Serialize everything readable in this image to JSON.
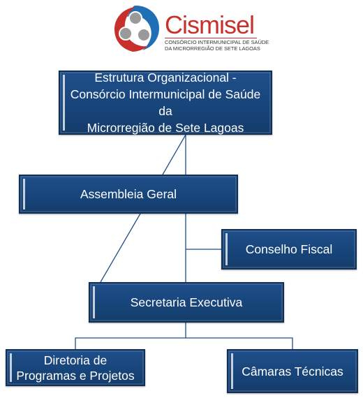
{
  "logo": {
    "name": "Cismisel",
    "subtitle_line1": "Consórcio Intermunicipal de Saúde",
    "subtitle_line2": "da Microrregião de Sete Lagoas",
    "colors": {
      "red": "#c8302c",
      "gray": "#6b6b6b",
      "blue": "#1e6fb5"
    }
  },
  "org_chart": {
    "colors": {
      "box_fill": "#1a4a80",
      "box_border": "#0f2f55",
      "text": "#ffffff",
      "connector": "#1f4e8a"
    },
    "nodes": [
      {
        "id": "estrutura",
        "label": "Estrutura Organizacional -\nConsórcio Intermunicipal de Saúde da\nMicrorregião de Sete Lagoas"
      },
      {
        "id": "assembleia",
        "label": "Assembleia Geral"
      },
      {
        "id": "conselho_fiscal",
        "label": "Conselho Fiscal"
      },
      {
        "id": "secretaria",
        "label": "Secretaria Executiva"
      },
      {
        "id": "diretoria",
        "label": "Diretoria de\nProgramas e Projetos"
      },
      {
        "id": "camaras",
        "label": "Câmaras Técnicas"
      }
    ],
    "edges": [
      {
        "from": "estrutura",
        "to": "assembleia"
      },
      {
        "from": "estrutura",
        "to": "secretaria"
      },
      {
        "from": "assembleia",
        "to": "secretaria"
      },
      {
        "from": "assembleia",
        "to": "conselho_fiscal"
      },
      {
        "from": "secretaria",
        "to": "diretoria"
      },
      {
        "from": "secretaria",
        "to": "camaras"
      }
    ]
  }
}
